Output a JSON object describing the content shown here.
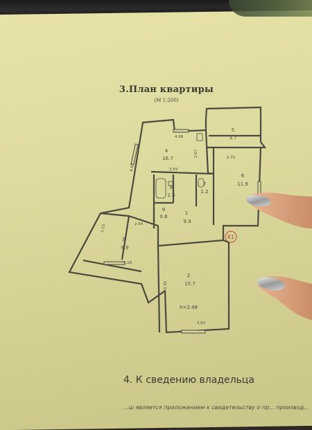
{
  "document": {
    "section_title": "3.План квартиры",
    "scale": "(М 1:200)",
    "next_section_title": "4. К сведению владельца",
    "next_section_text": "...ш является приложением к свидетельству о пр... производ..."
  },
  "plan": {
    "rooms": [
      {
        "number": "1",
        "area": "9.9"
      },
      {
        "number": "2",
        "area": "15.7"
      },
      {
        "number": "3",
        "area": "9.9"
      },
      {
        "number": "4",
        "area": "16.7"
      },
      {
        "number": "5",
        "area": "3.7"
      },
      {
        "number": "6",
        "area": "11.9"
      },
      {
        "number": "7",
        "area": "1.2"
      },
      {
        "number": "8",
        "area": "2.5"
      },
      {
        "number": "9",
        "area": "0.8"
      }
    ],
    "dimensions": [
      "4.98",
      "4.87",
      "2.67",
      "2.75",
      "3.59",
      "2.54",
      "2.15",
      "4.18",
      "3.35",
      "3.62"
    ],
    "ceiling_height": "h=2.48",
    "stamp": "81"
  }
}
